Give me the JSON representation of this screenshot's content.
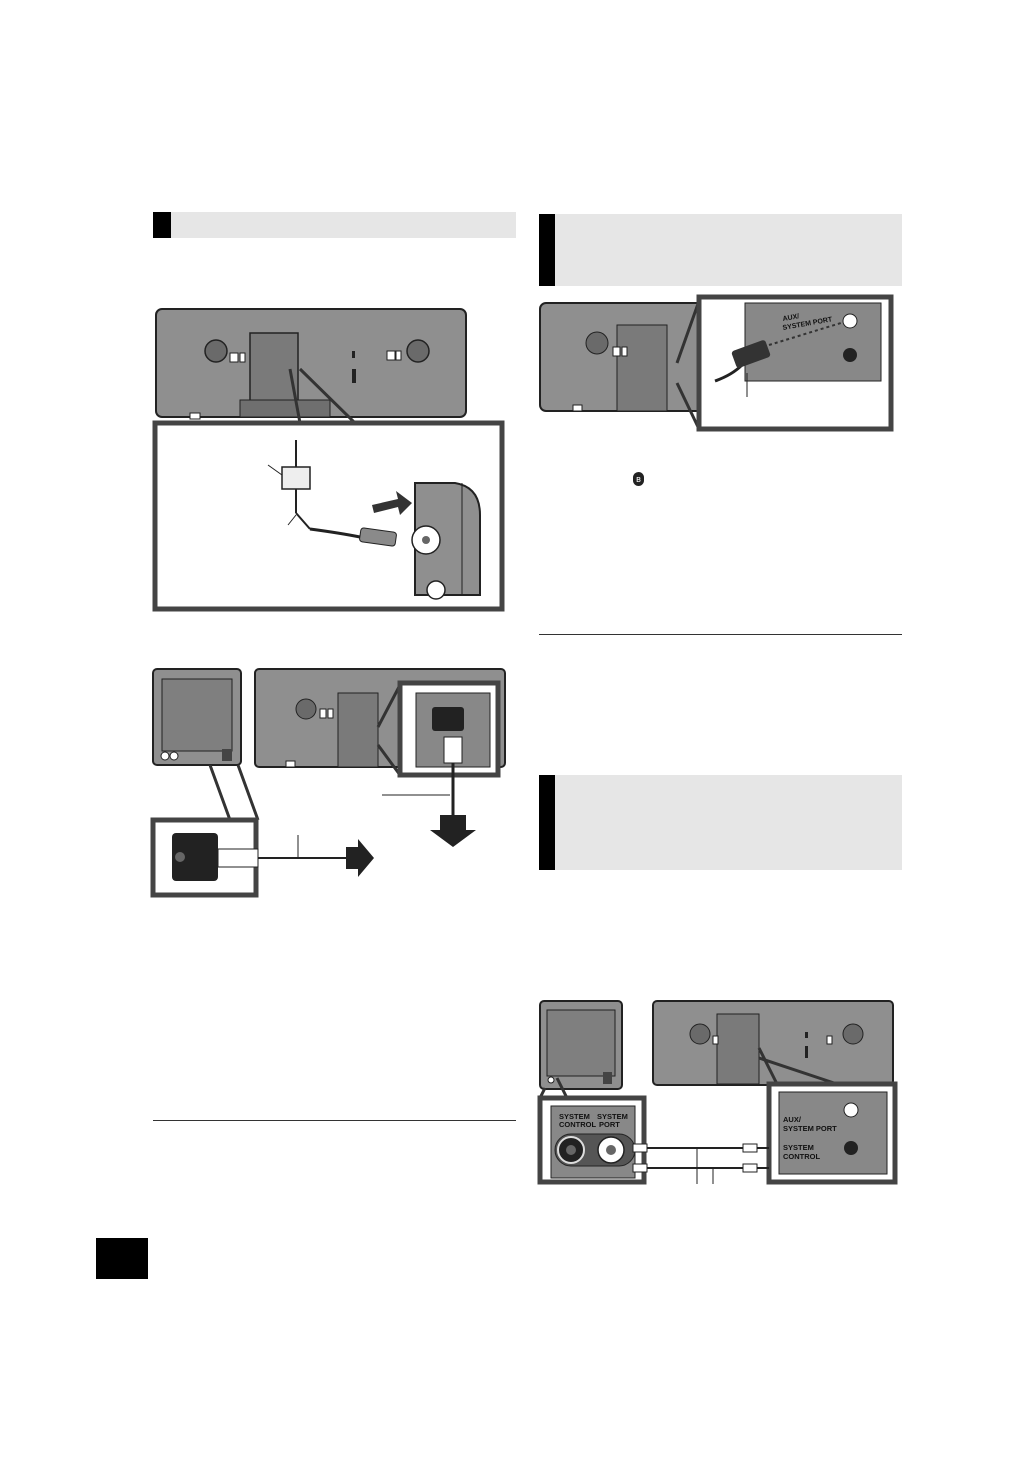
{
  "figures": {
    "jack_labels": {
      "system_control": [
        "SYSTEM",
        "CONTROL"
      ],
      "system_port": [
        "SYSTEM",
        "PORT"
      ],
      "aux_system_port": [
        "AUX/",
        "SYSTEM PORT"
      ],
      "system_control_main": [
        "SYSTEM",
        "CONTROL"
      ],
      "aux_inset": [
        "AUX/",
        "SYSTEM PORT"
      ]
    },
    "bluetooth_glyph": "ʙ"
  }
}
